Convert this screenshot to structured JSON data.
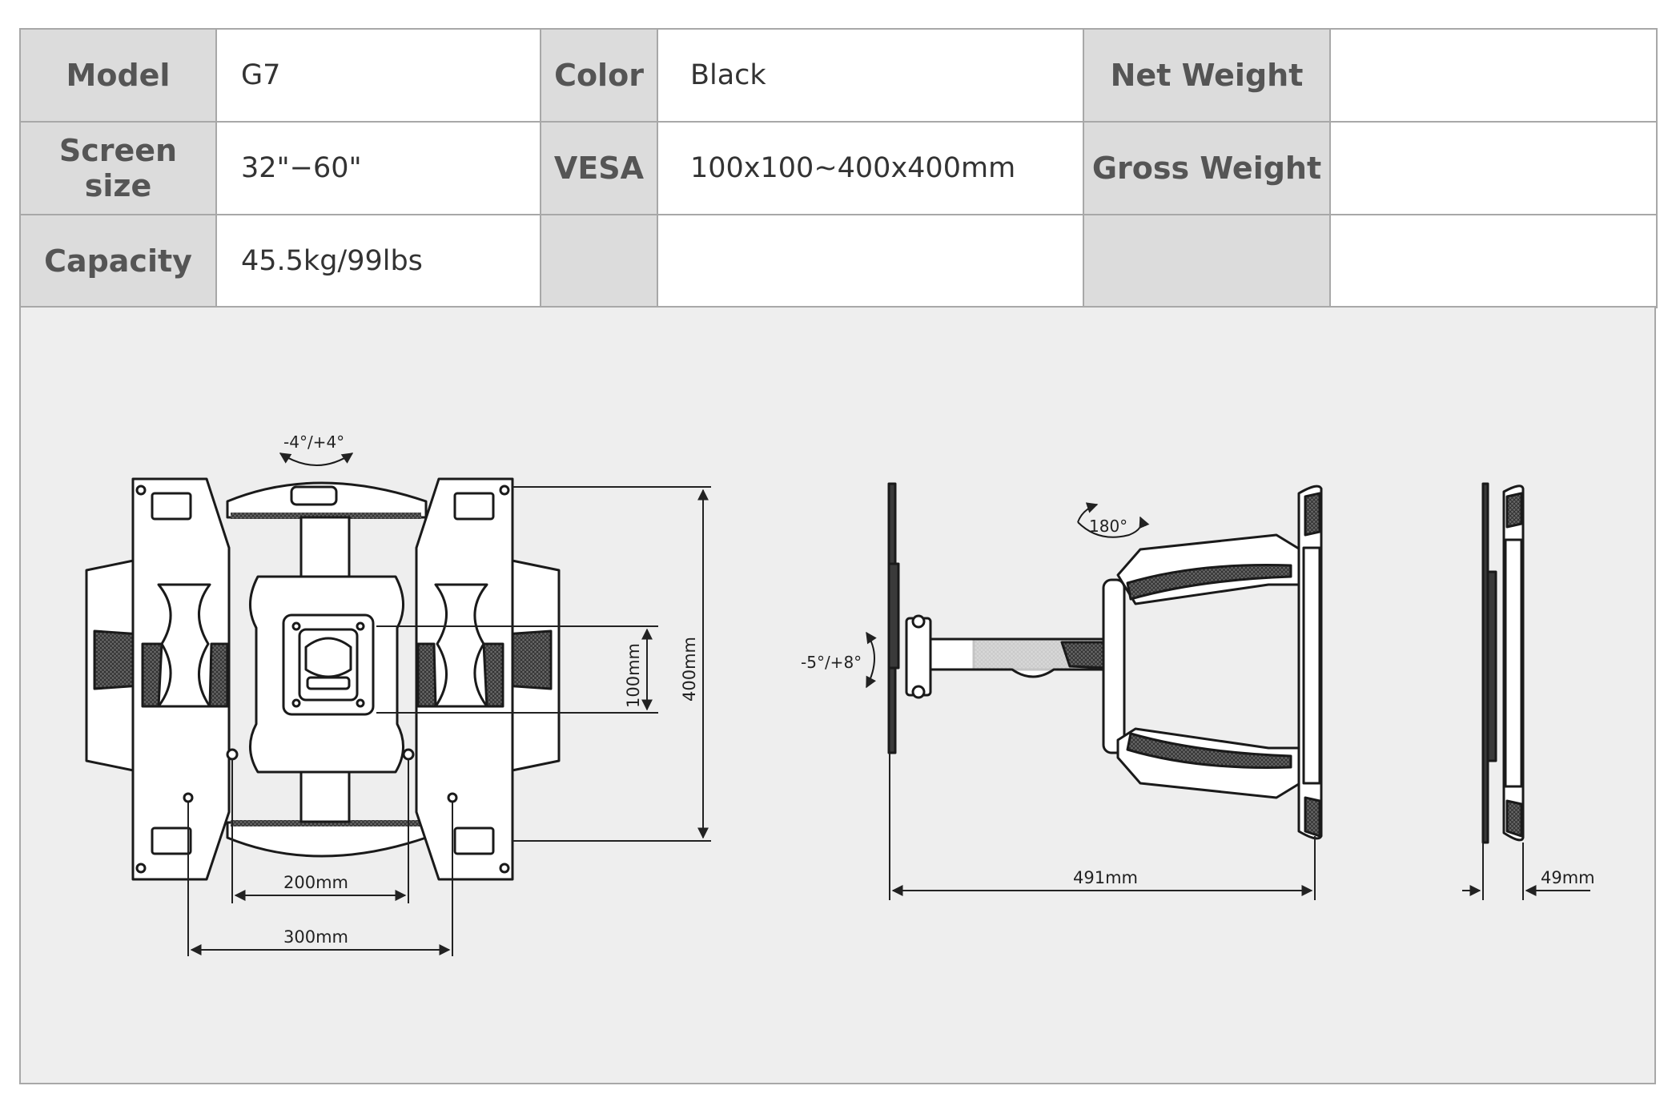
{
  "specs": {
    "row1": {
      "model_label": "Model",
      "model_value": "G7",
      "color_label": "Color",
      "color_value": "Black",
      "net_weight_label": "Net Weight",
      "net_weight_value": ""
    },
    "row2": {
      "screen_size_label": "Screen size",
      "screen_size_value": "32\"−60\"",
      "vesa_label": "VESA",
      "vesa_value": "100x100~400x400mm",
      "gross_weight_label": "Gross Weight",
      "gross_weight_value": ""
    },
    "row3": {
      "capacity_label": "Capacity",
      "capacity_value": "45.5kg/99lbs"
    }
  },
  "diagram": {
    "front_view": {
      "tilt_angle": "-4°/+4°",
      "width_200": "200mm",
      "width_300": "300mm",
      "height_100": "100mm",
      "height_400": "400mm"
    },
    "side_view": {
      "swivel_angle": "180°",
      "tilt_angle": "-5°/+8°",
      "extension": "491mm"
    },
    "profile_view": {
      "depth": "49mm"
    }
  }
}
